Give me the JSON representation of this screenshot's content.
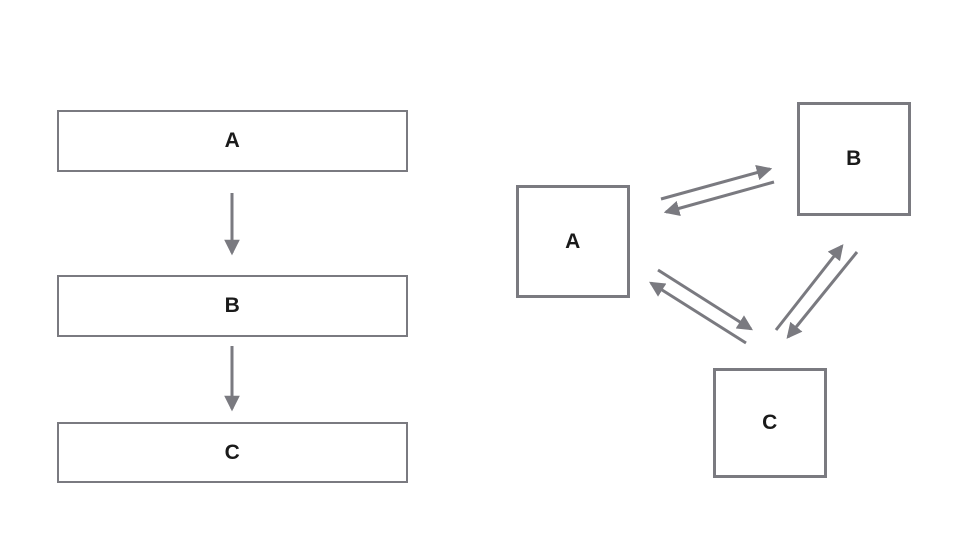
{
  "colors": {
    "stroke": "#7a7a80",
    "node_fill": "#ffffff",
    "label_text": "#1a1a1a",
    "background": "#ffffff"
  },
  "left_diagram": {
    "nodes": [
      {
        "id": "A",
        "label": "A"
      },
      {
        "id": "B",
        "label": "B"
      },
      {
        "id": "C",
        "label": "C"
      }
    ],
    "edges": [
      {
        "from": "A",
        "to": "B",
        "type": "one-way"
      },
      {
        "from": "B",
        "to": "C",
        "type": "one-way"
      }
    ]
  },
  "right_diagram": {
    "nodes": [
      {
        "id": "A",
        "label": "A"
      },
      {
        "id": "B",
        "label": "B"
      },
      {
        "id": "C",
        "label": "C"
      }
    ],
    "edges": [
      {
        "from": "A",
        "to": "B",
        "type": "two-way"
      },
      {
        "from": "A",
        "to": "C",
        "type": "two-way"
      },
      {
        "from": "B",
        "to": "C",
        "type": "two-way"
      }
    ]
  }
}
